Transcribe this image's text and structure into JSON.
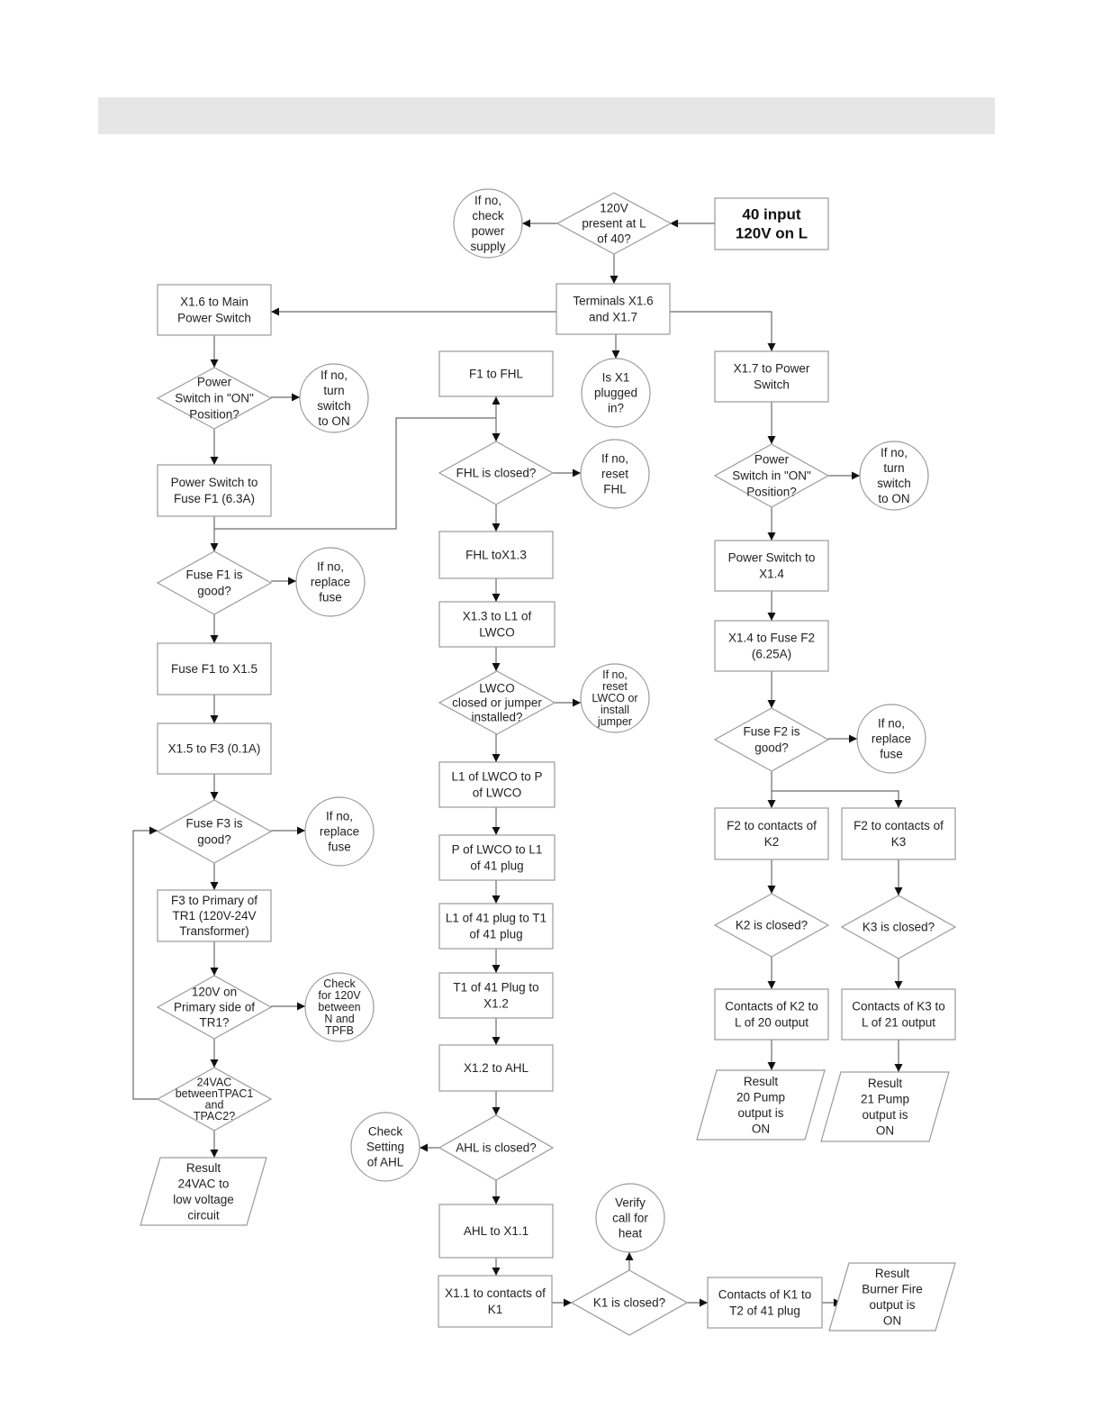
{
  "nodes": {
    "n_input": {
      "lines": [
        "40 input",
        "120V on L"
      ]
    },
    "n_q120": {
      "lines": [
        "120V",
        "present at L",
        "of 40?"
      ]
    },
    "n_chk_power": {
      "lines": [
        "If no,",
        "check",
        "power",
        "supply"
      ]
    },
    "n_terminals": {
      "lines": [
        "Terminals X1.6",
        "and X1.7"
      ]
    },
    "n_x16": {
      "lines": [
        "X1.6 to Main",
        "Power Switch"
      ]
    },
    "n_x1_plugged": {
      "lines": [
        "Is X1",
        "plugged",
        "in?"
      ]
    },
    "n_x17": {
      "lines": [
        "X1.7 to Power",
        "Switch"
      ]
    },
    "n_ps_on_l": {
      "lines": [
        "Power",
        "Switch in \"ON\"",
        "Position?"
      ]
    },
    "n_turn_on_l": {
      "lines": [
        "If no,",
        "turn",
        "switch",
        "to ON"
      ]
    },
    "n_ps_f1": {
      "lines": [
        "Power Switch to",
        "Fuse F1 (6.3A)"
      ]
    },
    "n_f1_good": {
      "lines": [
        "Fuse F1 is",
        "good?"
      ]
    },
    "n_repl_f1": {
      "lines": [
        "If no,",
        "replace",
        "fuse"
      ]
    },
    "n_f1_x15": {
      "lines": [
        "Fuse F1 to X1.5"
      ]
    },
    "n_x15_f3": {
      "lines": [
        "X1.5 to F3 (0.1A)"
      ]
    },
    "n_f3_good": {
      "lines": [
        "Fuse F3 is",
        "good?"
      ]
    },
    "n_repl_f3": {
      "lines": [
        "If no,",
        "replace",
        "fuse"
      ]
    },
    "n_f3_tr1": {
      "lines": [
        "F3 to Primary of",
        "TR1 (120V-24V",
        "Transformer)"
      ]
    },
    "n_q120_tr1": {
      "lines": [
        "120V on",
        "Primary side of",
        "TR1?"
      ]
    },
    "n_chk_tpfb": {
      "lines": [
        "Check",
        "for 120V",
        "between",
        "N and",
        "TPFB"
      ]
    },
    "n_q24": {
      "lines": [
        "24VAC",
        "betweenTPAC1",
        "and",
        "TPAC2?"
      ]
    },
    "n_res24": {
      "lines": [
        "Result",
        "24VAC to",
        "low voltage",
        "circuit"
      ]
    },
    "n_f1_fhl": {
      "lines": [
        "F1 to FHL"
      ]
    },
    "n_fhl_closed": {
      "lines": [
        "FHL is closed?"
      ]
    },
    "n_reset_fhl": {
      "lines": [
        "If no,",
        "reset",
        "FHL"
      ]
    },
    "n_fhl_x13": {
      "lines": [
        "FHL toX1.3"
      ]
    },
    "n_x13_l1": {
      "lines": [
        "X1.3 to L1 of",
        "LWCO"
      ]
    },
    "n_lwco": {
      "lines": [
        "LWCO",
        "closed or jumper",
        "installed?"
      ]
    },
    "n_reset_lwco": {
      "lines": [
        "If no,",
        "reset",
        "LWCO or",
        "install",
        "jumper"
      ]
    },
    "n_l1_p": {
      "lines": [
        "L1 of LWCO to P",
        "of LWCO"
      ]
    },
    "n_p_l1": {
      "lines": [
        "P of LWCO to L1",
        "of 41 plug"
      ]
    },
    "n_l1_t1": {
      "lines": [
        "L1 of 41 plug to T1",
        "of 41 plug"
      ]
    },
    "n_t1_x12": {
      "lines": [
        "T1 of 41 Plug to",
        "X1.2"
      ]
    },
    "n_x12_ahl": {
      "lines": [
        "X1.2 to AHL"
      ]
    },
    "n_ahl_closed": {
      "lines": [
        "AHL is closed?"
      ]
    },
    "n_chk_ahl": {
      "lines": [
        "Check",
        "Setting",
        "of AHL"
      ]
    },
    "n_ahl_x11": {
      "lines": [
        "AHL to X1.1"
      ]
    },
    "n_x11_k1": {
      "lines": [
        "X1.1 to contacts of",
        "K1"
      ]
    },
    "n_k1_closed": {
      "lines": [
        "K1 is closed?"
      ]
    },
    "n_verify": {
      "lines": [
        "Verify",
        "call for",
        "heat"
      ]
    },
    "n_k1_t2": {
      "lines": [
        "Contacts of K1 to",
        "T2 of 41 plug"
      ]
    },
    "n_res_burner": {
      "lines": [
        "Result",
        "Burner Fire",
        "output is",
        "ON"
      ]
    },
    "n_ps_on_r": {
      "lines": [
        "Power",
        "Switch in \"ON\"",
        "Position?"
      ]
    },
    "n_turn_on_r": {
      "lines": [
        "If no,",
        "turn",
        "switch",
        "to ON"
      ]
    },
    "n_ps_x14": {
      "lines": [
        "Power Switch to",
        "X1.4"
      ]
    },
    "n_x14_f2": {
      "lines": [
        "X1.4 to Fuse F2",
        "(6.25A)"
      ]
    },
    "n_f2_good": {
      "lines": [
        "Fuse F2 is",
        "good?"
      ]
    },
    "n_repl_f2": {
      "lines": [
        "If no,",
        "replace",
        "fuse"
      ]
    },
    "n_f2_k2": {
      "lines": [
        "F2 to contacts of",
        "K2"
      ]
    },
    "n_f2_k3": {
      "lines": [
        "F2 to contacts of",
        "K3"
      ]
    },
    "n_k2_closed": {
      "lines": [
        "K2 is closed?"
      ]
    },
    "n_k3_closed": {
      "lines": [
        "K3 is closed?"
      ]
    },
    "n_k2_l20": {
      "lines": [
        "Contacts of K2 to",
        "L of 20 output"
      ]
    },
    "n_k3_l21": {
      "lines": [
        "Contacts of K3 to",
        "L of 21 output"
      ]
    },
    "n_res20": {
      "lines": [
        "Result",
        "20 Pump",
        "output is",
        "ON"
      ]
    },
    "n_res21": {
      "lines": [
        "Result",
        "21 Pump",
        "output is",
        "ON"
      ]
    }
  }
}
